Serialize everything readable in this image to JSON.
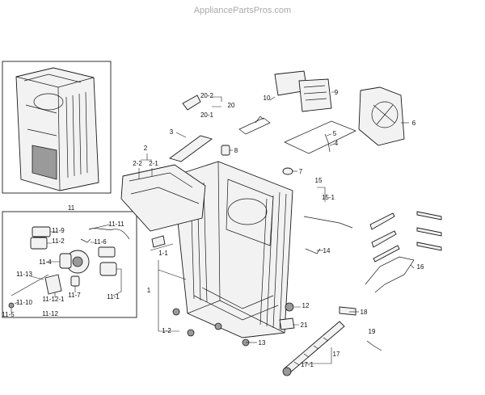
{
  "watermark": "AppliancePartsPros.com",
  "callouts": [
    {
      "id": "c1",
      "text": "1"
    },
    {
      "id": "c1-1",
      "text": "1-1"
    },
    {
      "id": "c1-2",
      "text": "1-2"
    },
    {
      "id": "c2",
      "text": "2"
    },
    {
      "id": "c2-1",
      "text": "2-1"
    },
    {
      "id": "c2-2",
      "text": "2-2"
    },
    {
      "id": "c3",
      "text": "3"
    },
    {
      "id": "c4",
      "text": "4"
    },
    {
      "id": "c5",
      "text": "5"
    },
    {
      "id": "c6",
      "text": "6"
    },
    {
      "id": "c7",
      "text": "7"
    },
    {
      "id": "c8",
      "text": "8"
    },
    {
      "id": "c9",
      "text": "9"
    },
    {
      "id": "c10",
      "text": "10"
    },
    {
      "id": "c11",
      "text": "11"
    },
    {
      "id": "c11-1",
      "text": "11-1"
    },
    {
      "id": "c11-2",
      "text": "11-2"
    },
    {
      "id": "c11-4",
      "text": "11-4"
    },
    {
      "id": "c11-5",
      "text": "11-5"
    },
    {
      "id": "c11-6",
      "text": "11-6"
    },
    {
      "id": "c11-7",
      "text": "11-7"
    },
    {
      "id": "c11-9",
      "text": "11-9"
    },
    {
      "id": "c11-10",
      "text": "11-10"
    },
    {
      "id": "c11-11",
      "text": "11-11"
    },
    {
      "id": "c11-12",
      "text": "11-12"
    },
    {
      "id": "c11-12-1",
      "text": "11-12-1"
    },
    {
      "id": "c11-13",
      "text": "11-13"
    },
    {
      "id": "c12",
      "text": "12"
    },
    {
      "id": "c13",
      "text": "13"
    },
    {
      "id": "c14",
      "text": "14"
    },
    {
      "id": "c15",
      "text": "15"
    },
    {
      "id": "c15-1",
      "text": "15-1"
    },
    {
      "id": "c16",
      "text": "16"
    },
    {
      "id": "c17",
      "text": "17"
    },
    {
      "id": "c17-1",
      "text": "17-1"
    },
    {
      "id": "c18",
      "text": "18"
    },
    {
      "id": "c19",
      "text": "19"
    },
    {
      "id": "c20",
      "text": "20"
    },
    {
      "id": "c20-1",
      "text": "20-1"
    },
    {
      "id": "c20-2",
      "text": "20-2"
    },
    {
      "id": "c21",
      "text": "21"
    }
  ]
}
